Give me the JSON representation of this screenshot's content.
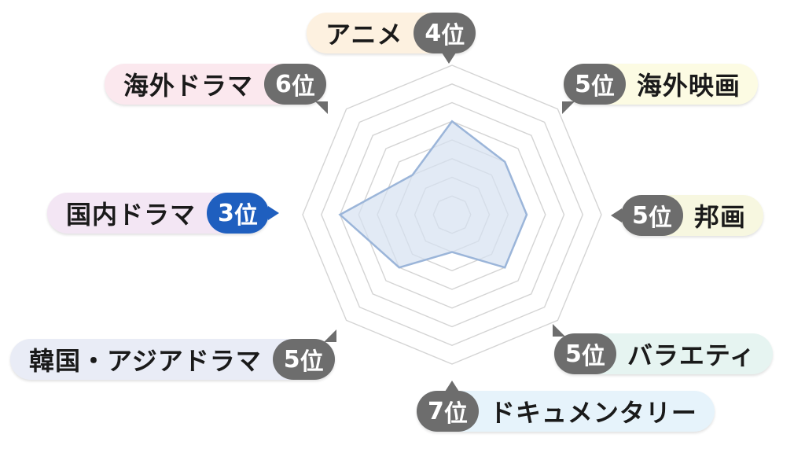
{
  "chart_data": {
    "type": "radar",
    "title": "",
    "rank_suffix": "位",
    "scale_rings": 8,
    "max_rank": 8,
    "highlight_category": "国内ドラマ",
    "colors": {
      "grid": "#d4d4d4",
      "fill": "#d6e1f1",
      "stroke": "#9bb5d9",
      "badge": "#6d6d6d",
      "badge_highlight": "#1f5fbf"
    },
    "categories": [
      {
        "label": "アニメ",
        "rank": 4,
        "bg": "#fdf1e0"
      },
      {
        "label": "海外映画",
        "rank": 5,
        "bg": "#fcfbe3"
      },
      {
        "label": "邦画",
        "rank": 5,
        "bg": "#f7f7e0"
      },
      {
        "label": "バラエティ",
        "rank": 5,
        "bg": "#e6f4f1"
      },
      {
        "label": "ドキュメンタリー",
        "rank": 7,
        "bg": "#e6f3fb"
      },
      {
        "label": "韓国・アジアドラマ",
        "rank": 5,
        "bg": "#e9ecf6"
      },
      {
        "label": "国内ドラマ",
        "rank": 3,
        "bg": "#f3e6f4"
      },
      {
        "label": "海外ドラマ",
        "rank": 6,
        "bg": "#fbe8ee"
      }
    ]
  }
}
